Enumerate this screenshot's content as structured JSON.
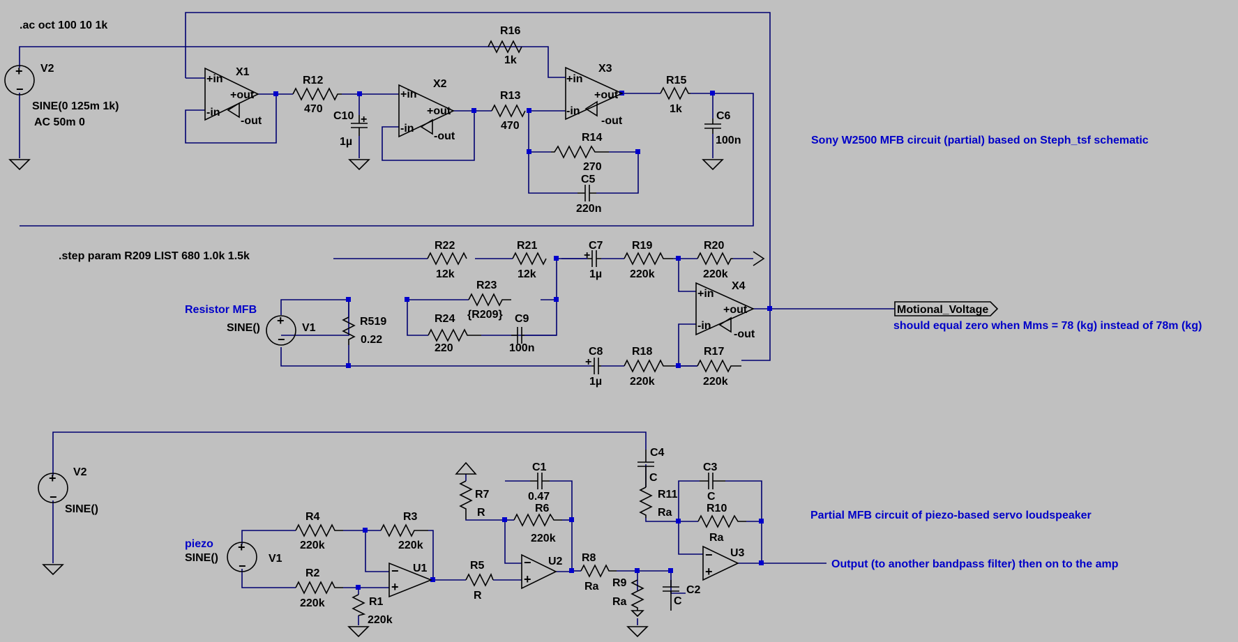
{
  "directives": {
    "ac": ".ac oct 100 10 1k",
    "step": ".step param R209 LIST 680 1.0k 1.5k"
  },
  "sources": {
    "v2_top": {
      "name": "V2",
      "value1": "SINE(0 125m 1k)",
      "value2": "AC 50m 0"
    },
    "v1_mid": {
      "name": "V1",
      "value": "SINE()",
      "label": "Resistor MFB"
    },
    "v2_bot": {
      "name": "V2",
      "value": "SINE()"
    },
    "v1_bot": {
      "name": "V1",
      "value": "SINE()",
      "label": "piezo"
    }
  },
  "opamps": {
    "X1": "X1",
    "X2": "X2",
    "X3": "X3",
    "X4": "X4",
    "U1": "U1",
    "U2": "U2",
    "U3": "U3",
    "pin_pin": "+in",
    "pin_nin": "-in",
    "pin_pout": "+out",
    "pin_nout": "-out"
  },
  "components": {
    "R12": {
      "name": "R12",
      "value": "470"
    },
    "R13": {
      "name": "R13",
      "value": "470"
    },
    "R14": {
      "name": "R14",
      "value": "270"
    },
    "R15": {
      "name": "R15",
      "value": "1k"
    },
    "R16": {
      "name": "R16",
      "value": "1k"
    },
    "C10": {
      "name": "C10",
      "value": "1µ"
    },
    "C5": {
      "name": "C5",
      "value": "220n"
    },
    "C6": {
      "name": "C6",
      "value": "100n"
    },
    "R22": {
      "name": "R22",
      "value": "12k"
    },
    "R21": {
      "name": "R21",
      "value": "12k"
    },
    "C7": {
      "name": "C7",
      "value": "1µ"
    },
    "R19": {
      "name": "R19",
      "value": "220k"
    },
    "R20": {
      "name": "R20",
      "value": "220k"
    },
    "R23": {
      "name": "R23",
      "value": "{R209}"
    },
    "R24": {
      "name": "R24",
      "value": "220"
    },
    "C9": {
      "name": "C9",
      "value": "100n"
    },
    "R519": {
      "name": "R519",
      "value": "0.22"
    },
    "C8": {
      "name": "C8",
      "value": "1µ"
    },
    "R18": {
      "name": "R18",
      "value": "220k"
    },
    "R17": {
      "name": "R17",
      "value": "220k"
    },
    "R4": {
      "name": "R4",
      "value": "220k"
    },
    "R3": {
      "name": "R3",
      "value": "220k"
    },
    "R2": {
      "name": "R2",
      "value": "220k"
    },
    "R1": {
      "name": "R1",
      "value": "220k"
    },
    "R5": {
      "name": "R5",
      "value": "R"
    },
    "R7": {
      "name": "R7",
      "value": "R"
    },
    "C1": {
      "name": "C1",
      "value": "0.47"
    },
    "R6": {
      "name": "R6",
      "value": "220k"
    },
    "R8": {
      "name": "R8",
      "value": "Ra"
    },
    "R9": {
      "name": "R9",
      "value": "Ra"
    },
    "C4": {
      "name": "C4",
      "value": "C"
    },
    "R11": {
      "name": "R11",
      "value": "Ra"
    },
    "C3": {
      "name": "C3",
      "value": "C"
    },
    "R10": {
      "name": "R10",
      "value": "Ra"
    },
    "C2": {
      "name": "C2",
      "value": "C"
    }
  },
  "labels": {
    "net_flag": "Motional_Voltage",
    "note_mms": "should equal zero when Mms = 78 (kg) instead of 78m (kg)",
    "note_sony": "Sony W2500 MFB circuit (partial) based on Steph_tsf schematic",
    "note_piezo": "Partial MFB circuit of piezo-based servo loudspeaker",
    "note_output": "Output (to another bandpass filter) then on to the amp"
  },
  "colors": {
    "background": "#c0c0c0",
    "wire": "#000070",
    "note": "#0000c8",
    "junction": "#0000cc"
  }
}
